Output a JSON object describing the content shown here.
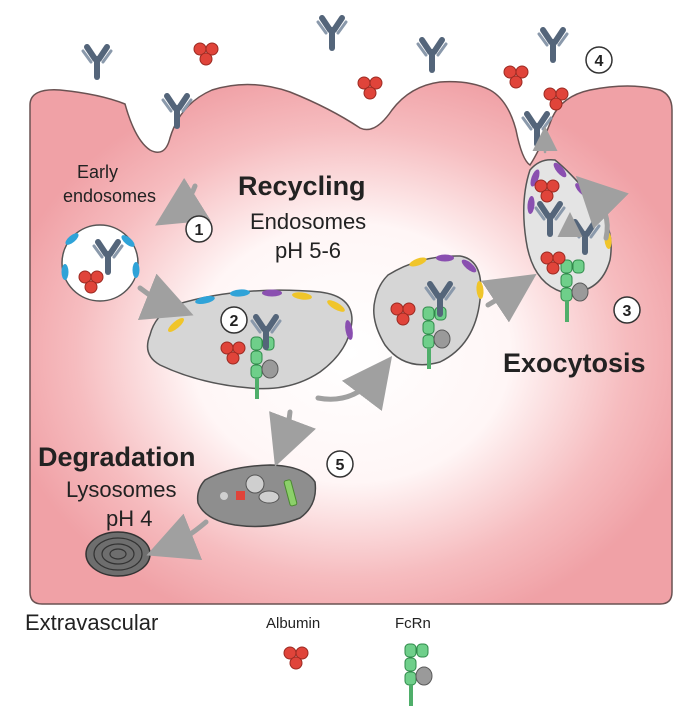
{
  "labels": {
    "early_endosomes_1": "Early",
    "early_endosomes_2": "endosomes",
    "recycling": "Recycling",
    "endosomes": "Endosomes",
    "endosomes_ph": "pH 5-6",
    "exocytosis": "Exocytosis",
    "degradation": "Degradation",
    "lysosomes": "Lysosomes",
    "lysosomes_ph": "pH 4",
    "extravascular": "Extravascular"
  },
  "steps": [
    "1",
    "2",
    "3",
    "4",
    "5"
  ],
  "legend": {
    "albumin": "Albumin",
    "fcrn": "FcRn"
  },
  "colors": {
    "cell": "#f2a4a8",
    "cell_glow": "#ffffff",
    "vesicle": "#d6d6d6",
    "albumin": "#e0443a",
    "fcrn": "#6fcf8a",
    "igg": "#6b7a8c",
    "arrow": "#a0a0a0",
    "blue_receptor": "#2fa3d8",
    "yellow_receptor": "#f0c52a",
    "purple_receptor": "#8a4fb0"
  }
}
